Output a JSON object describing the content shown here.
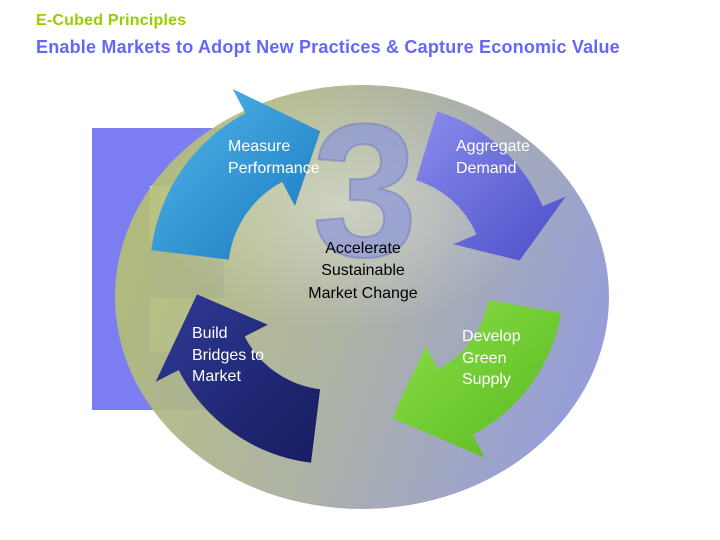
{
  "header": {
    "title": "E-Cubed Principles",
    "subtitle": "Enable Markets to Adopt New Practices & Capture Economic Value",
    "title_color": "#99CC00",
    "subtitle_color": "#6666FF"
  },
  "diagram": {
    "center_text": "Accelerate\nSustainable\nMarket Change",
    "watermark_number": "3",
    "watermark_color": "#8E97D8",
    "e_color": "#7D7DF2",
    "ellipse_colors": {
      "left": "#B6C072",
      "mid": "#A7AD9E",
      "right": "#8D95DA"
    },
    "arrows": [
      {
        "id": "measure-performance",
        "label": "Measure\nPerformance",
        "color": "#1878BE",
        "color_light": "#55B8EC"
      },
      {
        "id": "aggregate-demand",
        "label": "Aggregate\nDemand",
        "color": "#4A4EC8",
        "color_light": "#8A8CEC"
      },
      {
        "id": "develop-green-supply",
        "label": "Develop\nGreen\nSupply",
        "color": "#55B81E",
        "color_light": "#8FE04A"
      },
      {
        "id": "build-bridges-to-market",
        "label": "Build\nBridges to\nMarket",
        "color": "#161C5E",
        "color_light": "#2F3A96"
      }
    ]
  }
}
